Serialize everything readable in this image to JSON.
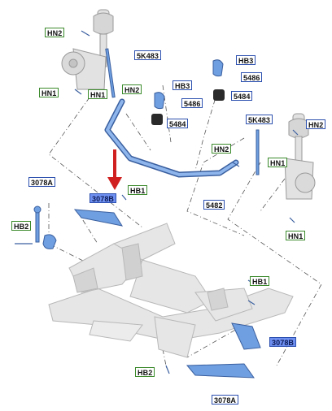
{
  "labels": {
    "hn2_top": "HN2",
    "k483_top": "5K483",
    "hn1_left": "HN1",
    "hn1_mid": "HN1",
    "hn2_mid": "HN2",
    "hb3_a": "HB3",
    "hb3_b": "HB3",
    "n5486_a": "5486",
    "n5486_b": "5486",
    "n5484_a": "5484",
    "n5484_b": "5484",
    "k483_right": "5K483",
    "hn2_right": "HN2",
    "hn2_center": "HN2",
    "hn1_right": "HN1",
    "n5482": "5482",
    "n3078a_left": "3078A",
    "n3078b_left": "3078B",
    "hb1_left": "HB1",
    "hb2_left": "HB2",
    "hn1_lower_right": "HN1",
    "hb1_right": "HB1",
    "n3078b_right": "3078B",
    "hb2_bottom": "HB2",
    "n3078a_bottom": "3078A"
  },
  "colors": {
    "label_border_green": "#3a8a2a",
    "label_border_blue": "#2b4fae",
    "highlight_fill": "#6e8ff0",
    "part_blue": "#6f9fe0",
    "arrow_red": "#d02020",
    "subframe_gray": "#dcdcdc"
  }
}
